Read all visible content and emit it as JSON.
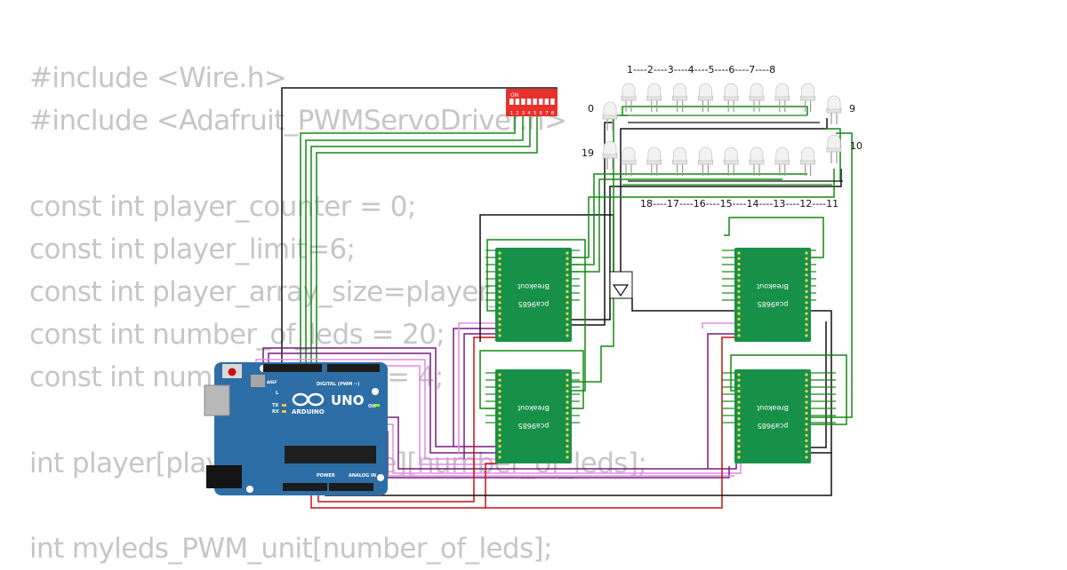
{
  "code_lines": [
    "#include <Wire.h>",
    "#include <Adafruit_PWMServoDriver.h>",
    "",
    "const int player_counter = 0;",
    "const int player_limit=6;",
    "const int player_array_size=player_limit;",
    "const int number_of_leds = 20;",
    "const int number_of_PCAS = 4;",
    "",
    "int player[player_array_size][number_of_leds];",
    "",
    "int myleds_PWM_unit[number_of_leds];"
  ],
  "led_labels": {
    "top_sequence": "1----2----3----4----5----6----7----8",
    "bottom_sequence": "18----17----16----15----14----13----12----11",
    "led_0": "0",
    "led_9": "9",
    "led_10": "10",
    "led_19": "19"
  },
  "dip_switch": {
    "on_label": "ON",
    "numbers": [
      "1",
      "2",
      "3",
      "4",
      "5",
      "6",
      "7",
      "8"
    ]
  },
  "pca_boards": [
    {
      "name": "pca9685",
      "subtitle": "Breakout"
    },
    {
      "name": "pca9685",
      "subtitle": "Breakout"
    },
    {
      "name": "pca9685",
      "subtitle": "Breakout"
    },
    {
      "name": "pca9685",
      "subtitle": "Breakout"
    }
  ],
  "arduino": {
    "model": "UNO",
    "brand": "ARDUINO",
    "digital_header": "DIGITAL (PWM ~)",
    "power_header": "POWER",
    "analog_header": "ANALOG IN",
    "on_led": "ON",
    "tx": "TX",
    "rx": "RX",
    "l": "L",
    "aref": "AREF"
  },
  "colors": {
    "wire_green": "#138a13",
    "wire_black": "#111111",
    "wire_red": "#cc1111",
    "wire_purple": "#7a1b7e",
    "wire_pink": "#e08ae6",
    "pcb_green": "#17904a",
    "arduino_blue": "#2d6ea6",
    "dip_red": "#e8302a",
    "code_text": "#c6c6c6"
  }
}
